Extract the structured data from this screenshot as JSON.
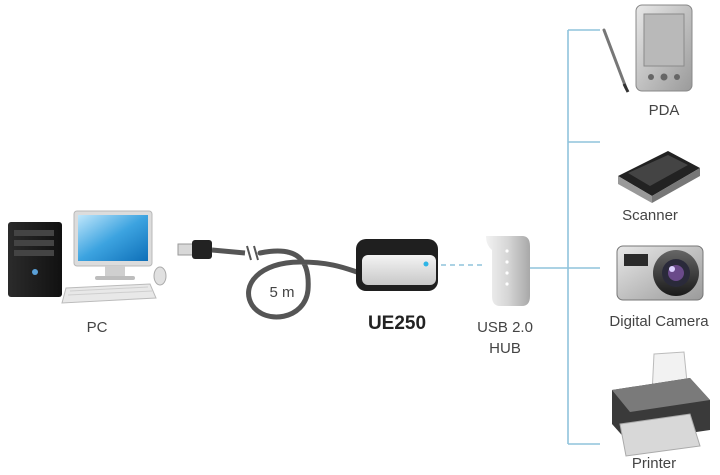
{
  "devices": {
    "pc_label": "PC",
    "cable_length": "5 m",
    "extender_label": "UE250",
    "hub_label_line1": "USB 2.0",
    "hub_label_line2": "HUB"
  },
  "peripherals": [
    {
      "label": "PDA",
      "icon": "pda-icon"
    },
    {
      "label": "Scanner",
      "icon": "scanner-icon"
    },
    {
      "label": "Digital Camera",
      "icon": "camera-icon"
    },
    {
      "label": "Printer",
      "icon": "printer-icon"
    }
  ],
  "colors": {
    "connector_line": "#8fc3dc",
    "extender_body": "#1f1f1f",
    "extender_face": "#e6e6e6",
    "cable": "#555555"
  }
}
